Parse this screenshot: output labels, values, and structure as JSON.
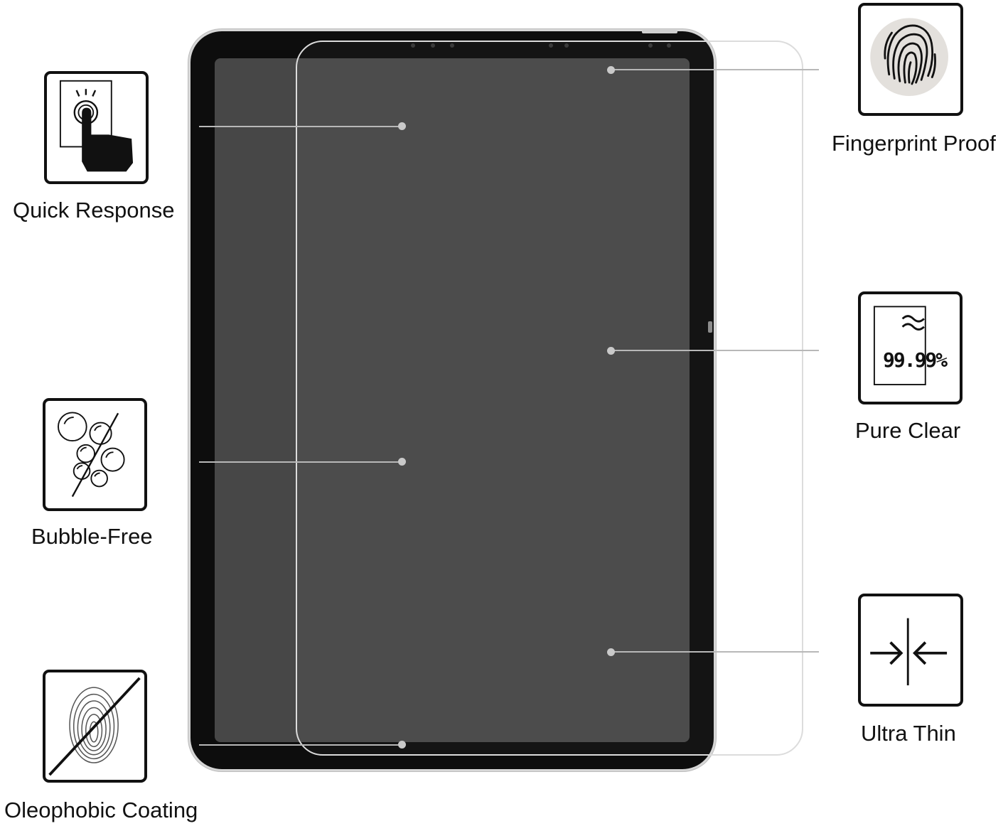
{
  "features": {
    "quick_response": {
      "label": "Quick Response",
      "icon": "touch-finger-icon"
    },
    "bubble_free": {
      "label": "Bubble-Free",
      "icon": "bubbles-slashed-icon"
    },
    "oleophobic_coating": {
      "label": "Oleophobic Coating",
      "icon": "fingerprint-slashed-icon"
    },
    "fingerprint_proof": {
      "label": "Fingerprint Proof",
      "icon": "fingerprint-icon"
    },
    "pure_clear": {
      "label": "Pure Clear",
      "icon": "clarity-icon",
      "percent_text": "99.99%"
    },
    "ultra_thin": {
      "label": "Ultra Thin",
      "icon": "thin-arrows-icon"
    }
  },
  "colors": {
    "bezel": "#0d0d0d",
    "screen": "#474747",
    "icon_stroke": "#111111",
    "leader_line": "#b8b8b8"
  }
}
